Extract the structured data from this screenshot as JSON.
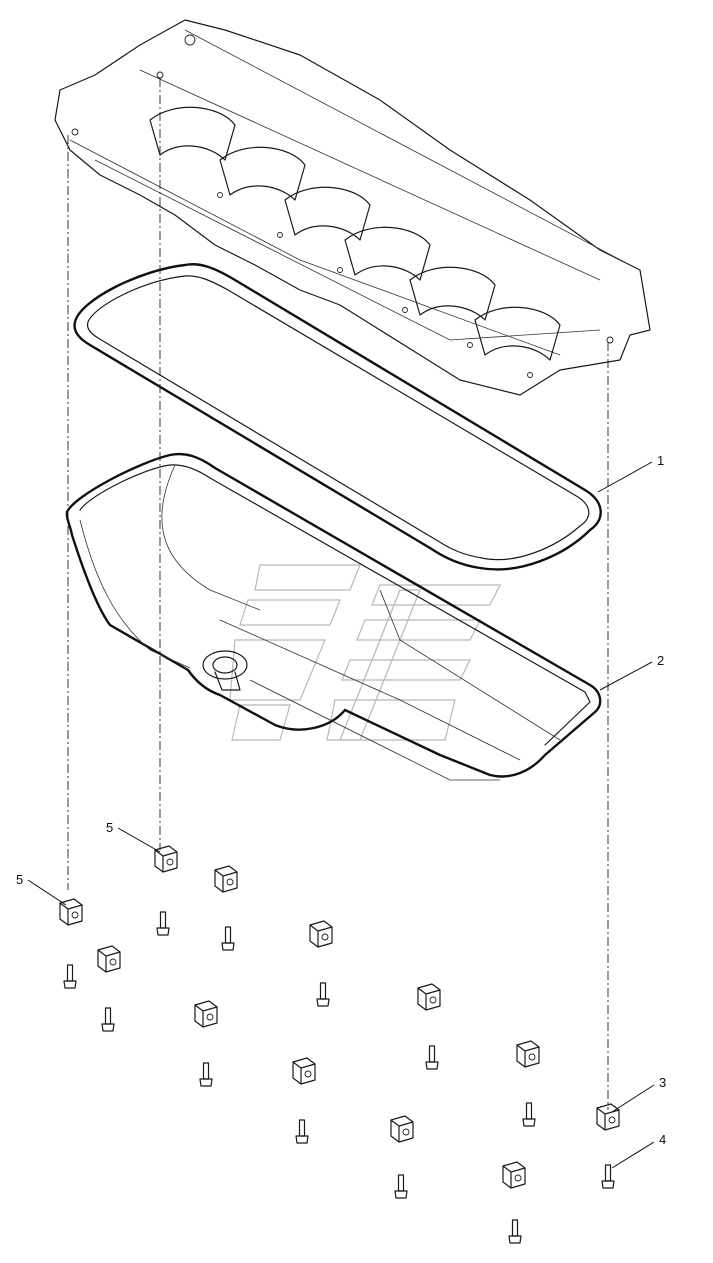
{
  "diagram": {
    "type": "exploded-parts-view",
    "callouts": [
      {
        "id": "callout-1",
        "label": "1"
      },
      {
        "id": "callout-2",
        "label": "2"
      },
      {
        "id": "callout-3",
        "label": "3"
      },
      {
        "id": "callout-4",
        "label": "4"
      },
      {
        "id": "callout-5a",
        "label": "5"
      },
      {
        "id": "callout-5b",
        "label": "5"
      }
    ],
    "colors": {
      "line": "#1a1a1a",
      "watermark": "#b8b8b8",
      "background": "#ffffff"
    }
  }
}
